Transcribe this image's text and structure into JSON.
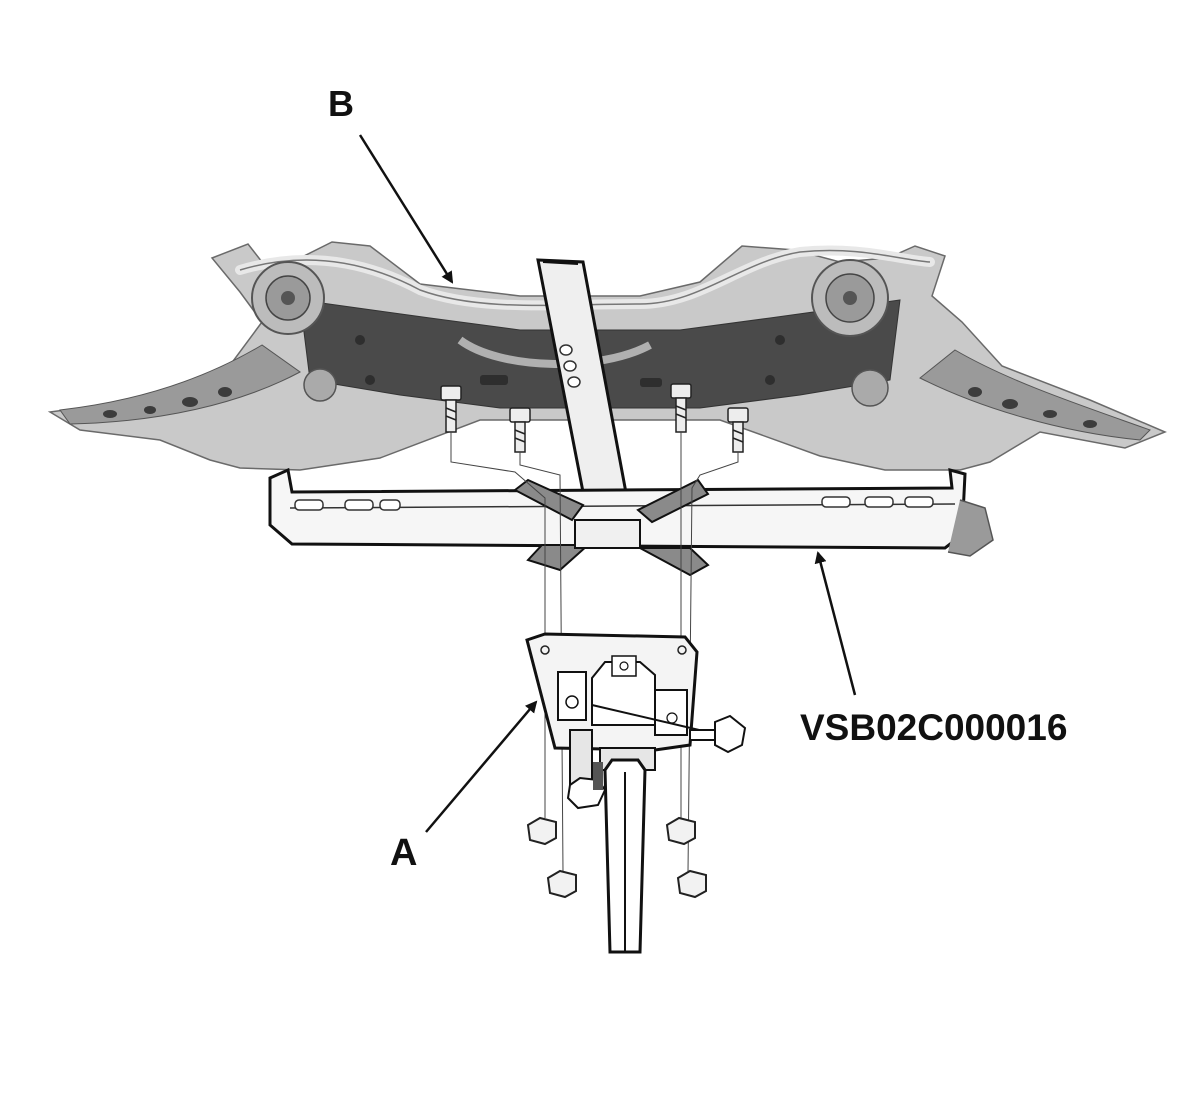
{
  "callouts": {
    "a": "A",
    "b": "B",
    "tool": "VSB02C000016"
  },
  "colors": {
    "outline": "#111111",
    "subframe_fill": "#c9c9c9",
    "subframe_dark": "#4a4a4a",
    "subframe_mid": "#8d8d8d",
    "background": "#ffffff"
  },
  "icons": {
    "subframe": "subframe-illustration",
    "adapter": "tool-adapter-illustration",
    "jack": "jack-post-illustration"
  }
}
